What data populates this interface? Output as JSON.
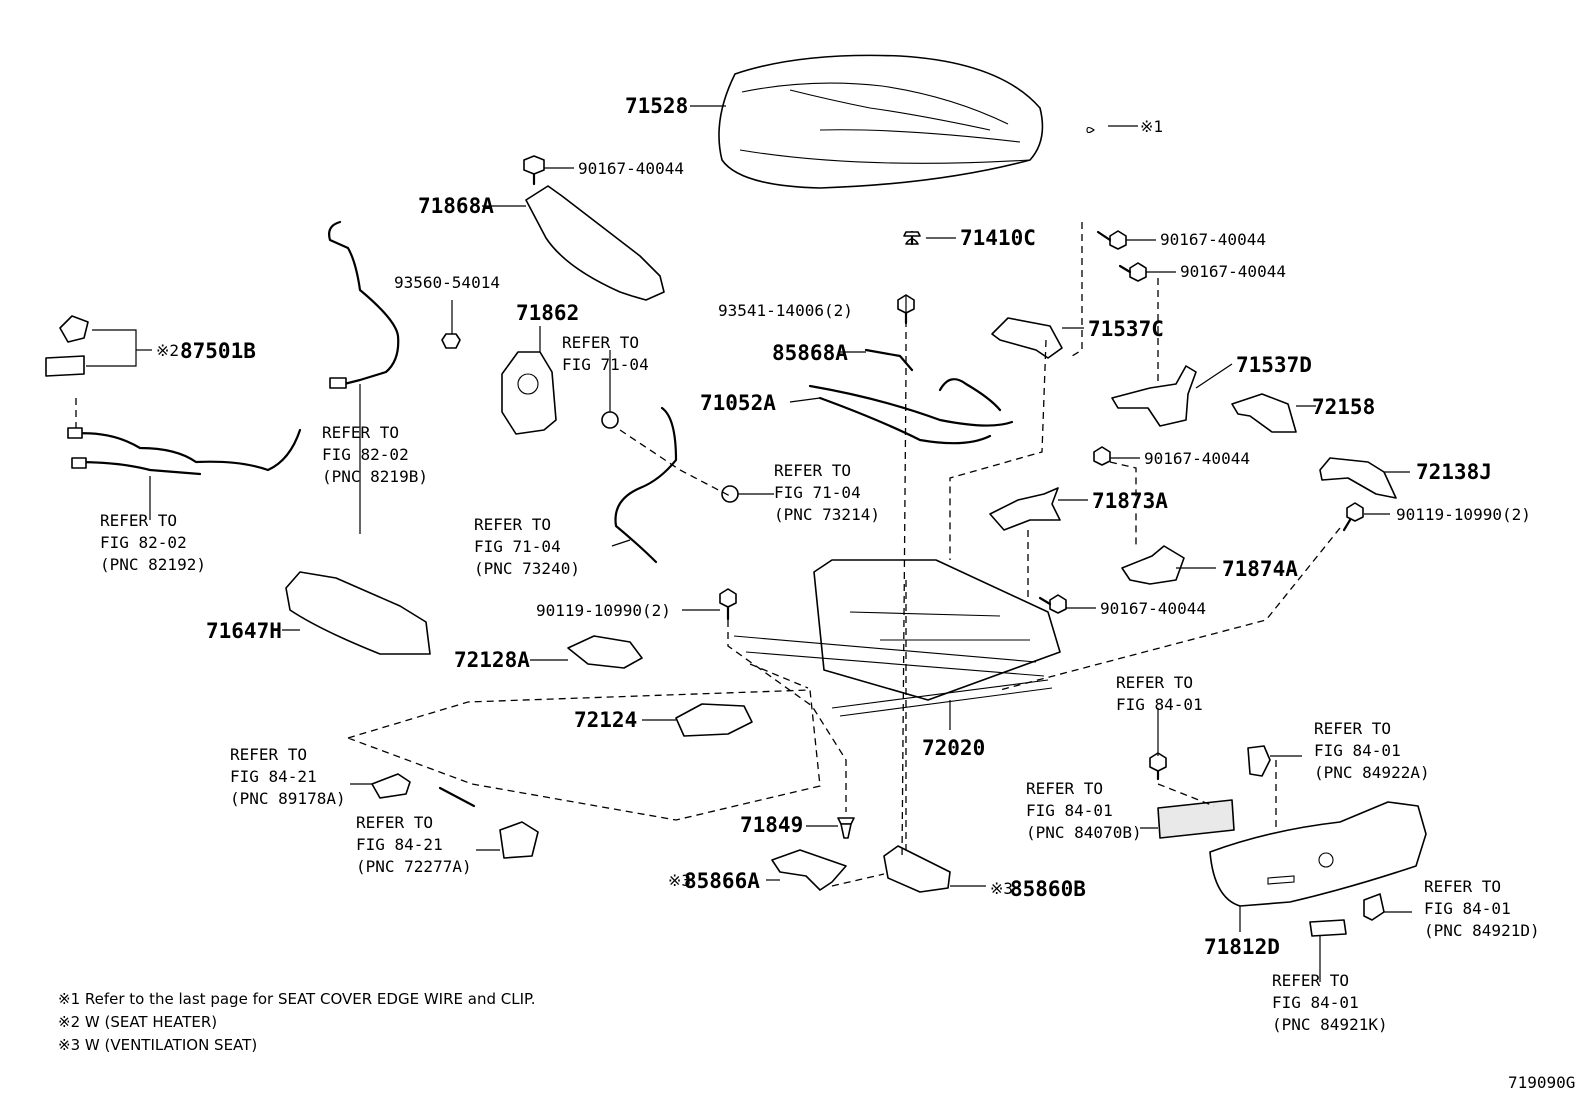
{
  "labels": {
    "seat_cushion_cover": "71528",
    "note1_marker": "※1",
    "bolt_a": "90167-40044",
    "bolt_b": "90167-40044",
    "bolt_c": "90167-40044",
    "bolt_d": "90167-40044",
    "bolt_e": "90167-40044",
    "cushion_shield": "71868A",
    "clip_71410": "71410C",
    "bracket_71537c": "71537C",
    "bracket_71537d": "71537D",
    "cover_72158": "72158",
    "clip_93560": "93560-54014",
    "part_71862": "71862",
    "bolt_93541": "93541-14006(2)",
    "heater_87501": "87501B",
    "note2_marker": "※2",
    "part_85868a": "85868A",
    "spring_71052a": "71052A",
    "cover_72138j": "72138J",
    "bolt_90119_r": "90119-10990(2)",
    "part_71873a": "71873A",
    "part_71874a": "71874A",
    "pad_71647h": "71647H",
    "bolt_90119_l": "90119-10990(2)",
    "cover_72128a": "72128A",
    "cover_72124": "72124",
    "adjuster_72020": "72020",
    "clip_71849": "71849",
    "fan_85866a": "85866A",
    "fan_85860b": "85860B",
    "note3_marker_a": "※3",
    "note3_marker_b": "※3",
    "shield_71812d": "71812D",
    "diagram_code": "719090G"
  },
  "refs": {
    "wire_fig_82_02": {
      "line1": "REFER TO",
      "line2": "FIG 82-02",
      "line3": "(PNC 8219B)"
    },
    "harness_fig_82_02": {
      "line1": "REFER TO",
      "line2": "FIG 82-02",
      "line3": "(PNC 82192)"
    },
    "fig_71_04_top": {
      "line1": "REFER TO",
      "line2": "FIG 71-04"
    },
    "fig_71_04_right": {
      "line1": "REFER TO",
      "line2": "FIG 71-04",
      "line3": "(PNC 73214)"
    },
    "fig_71_04_left": {
      "line1": "REFER TO",
      "line2": "FIG 71-04",
      "line3": "(PNC 73240)"
    },
    "fig_84_21_a": {
      "line1": "REFER TO",
      "line2": "FIG 84-21",
      "line3": "(PNC 89178A)"
    },
    "fig_84_21_b": {
      "line1": "REFER TO",
      "line2": "FIG 84-21",
      "line3": "(PNC 72277A)"
    },
    "fig_84_01_top": {
      "line1": "REFER TO",
      "line2": "FIG 84-01"
    },
    "fig_84_01_knob": {
      "line1": "REFER TO",
      "line2": "FIG 84-01",
      "line3": "(PNC 84922A)"
    },
    "fig_84_01_switch": {
      "line1": "REFER TO",
      "line2": "FIG 84-01",
      "line3": "(PNC 84070B)"
    },
    "fig_84_01_d": {
      "line1": "REFER TO",
      "line2": "FIG 84-01",
      "line3": "(PNC 84921D)"
    },
    "fig_84_01_k": {
      "line1": "REFER TO",
      "line2": "FIG 84-01",
      "line3": "(PNC 84921K)"
    }
  },
  "notes": {
    "n1": "※1  Refer to the last page for SEAT COVER EDGE WIRE and CLIP.",
    "n2": "※2  W (SEAT  HEATER)",
    "n3": "※3  W (VENTILATION  SEAT)"
  }
}
